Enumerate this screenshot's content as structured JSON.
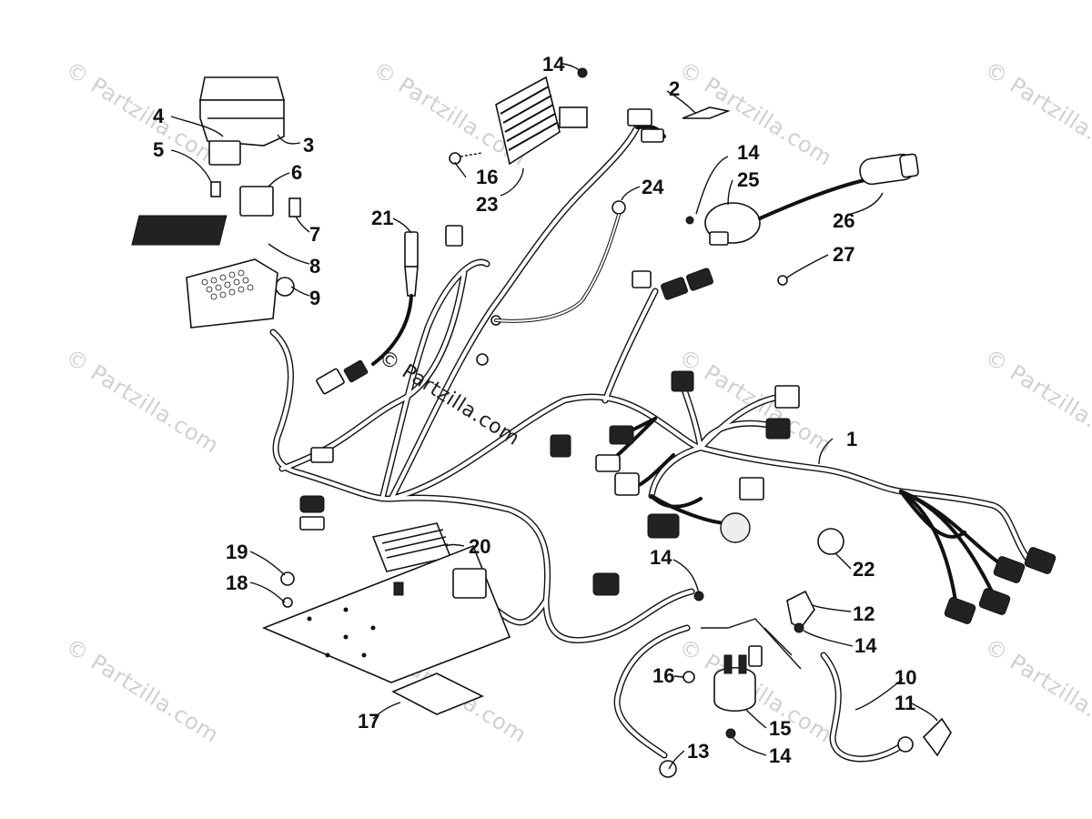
{
  "watermark": "© Partzilla.com",
  "callouts": [
    "1",
    "2",
    "3",
    "4",
    "5",
    "6",
    "7",
    "8",
    "9",
    "10",
    "11",
    "12",
    "13",
    "14",
    "14",
    "14",
    "14",
    "14",
    "15",
    "16",
    "16",
    "17",
    "18",
    "19",
    "20",
    "21",
    "22",
    "23",
    "24",
    "25",
    "26",
    "27"
  ]
}
